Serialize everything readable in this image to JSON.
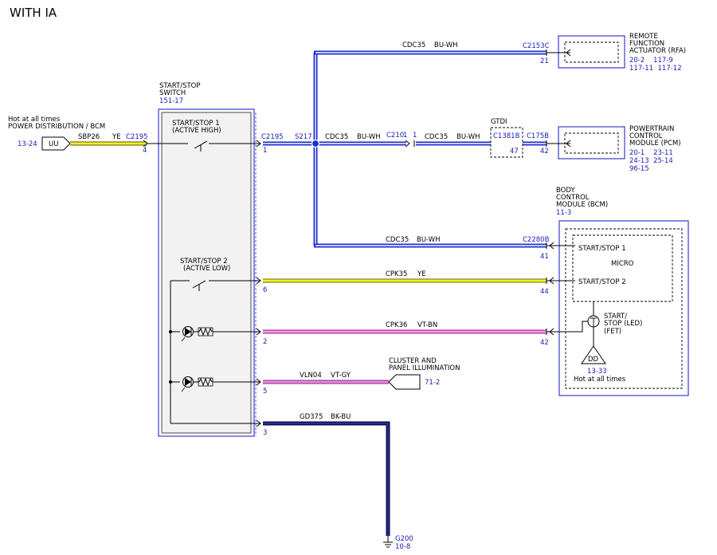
{
  "page": {
    "title": "WITH IA"
  },
  "colors": {
    "wire_bu_wh": "#1c2fd0",
    "wire_ye": "#f2ee2c",
    "wire_vt": "#df6fd6",
    "wire_bk_bu": "#101048",
    "box_border": "#3a3ad4",
    "switch_fill": "#f2f2f2",
    "ref_text": "#1a1ab8"
  },
  "feed": {
    "label_line1": "Hot at all times",
    "label_line2": "POWER DISTRIBUTION / BCM",
    "page_ref": "13-24",
    "connector": "UU",
    "circuit": "SBP26",
    "color": "YE",
    "conn_id": "C2195",
    "pin": "4"
  },
  "switch": {
    "title_line1": "START/STOP",
    "title_line2": "SWITCH",
    "page_ref": "151-17",
    "sw1_line1": "START/STOP 1",
    "sw1_line2": "(ACTIVE HIGH)",
    "sw2_line1": "START/STOP 2",
    "sw2_line2": "(ACTIVE LOW)",
    "conn_id": "C2195",
    "pins": [
      "1",
      "6",
      "2",
      "5",
      "3"
    ]
  },
  "splice": {
    "id": "S217"
  },
  "wires": {
    "cdc35_top": {
      "circuit": "CDC35",
      "color": "BU-WH"
    },
    "cdc35_mid": {
      "circuit": "CDC35",
      "color": "BU-WH"
    },
    "cdc35_gtdi": {
      "circuit": "CDC35",
      "color": "BU-WH"
    },
    "cdc35_bcm": {
      "circuit": "CDC35",
      "color": "BU-WH"
    },
    "cpk35": {
      "circuit": "CPK35",
      "color": "YE"
    },
    "cpk36": {
      "circuit": "CPK36",
      "color": "VT-BN"
    },
    "vln04": {
      "circuit": "VLN04",
      "color": "VT-GY"
    },
    "gd375": {
      "circuit": "GD375",
      "color": "BK-BU"
    }
  },
  "inline_conn": {
    "id": "C210",
    "pin_left": "1",
    "pin_right": "1"
  },
  "gtdi": {
    "label": "GTDI",
    "conn_id": "C1381B",
    "pin": "47"
  },
  "rfa": {
    "conn_id": "C2153C",
    "pin": "21",
    "name_line1": "REMOTE",
    "name_line2": "FUNCTION",
    "name_line3": "ACTUATOR (RFA)",
    "refs_line1": "20-2    117-9",
    "refs_line2": "117-11  117-12"
  },
  "pcm": {
    "conn_id": "C175B",
    "pin": "42",
    "name_line1": "POWERTRAIN",
    "name_line2": "CONTROL",
    "name_line3": "MODULE (PCM)",
    "refs_line1": "20-1    23-11",
    "refs_line2": "24-13  25-14",
    "refs_line3": "96-15"
  },
  "bcm": {
    "name_line1": "BODY",
    "name_line2": "CONTROL",
    "name_line3": "MODULE (BCM)",
    "page_ref": "11-3",
    "conn_id": "C2280B",
    "pins": [
      "41",
      "44",
      "42"
    ],
    "input1": "START/STOP 1",
    "micro": "MICRO",
    "input2": "START/STOP 2",
    "led_line1": "START/",
    "led_line2": "STOP (LED)",
    "led_line3": "(FET)",
    "supply_conn": "DD",
    "supply_ref": "13-33",
    "supply_label": "Hot at all times"
  },
  "cluster": {
    "name_line1": "CLUSTER AND",
    "name_line2": "PANEL ILLUMINATION",
    "page_ref": "71-2"
  },
  "ground": {
    "id": "G200",
    "page_ref": "10-8"
  }
}
